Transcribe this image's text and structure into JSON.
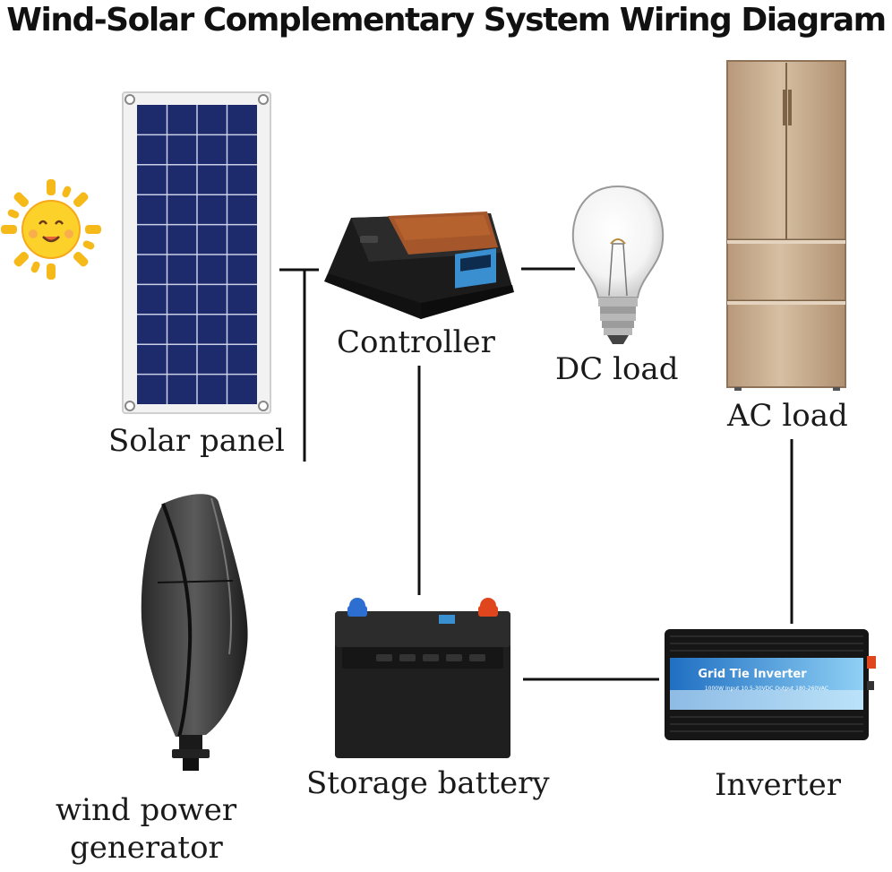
{
  "title": "Wind-Solar Complementary System Wiring Diagram",
  "components": {
    "solar_panel": "Solar panel",
    "controller": "Controller",
    "dc_load": "DC load",
    "ac_load": "AC load",
    "wind_generator_line1": "wind power",
    "wind_generator_line2": "generator",
    "storage_battery": "Storage battery",
    "inverter": "Inverter"
  },
  "inverter_text": {
    "brand": "Grid Tie Inverter",
    "spec": "1000W  Input 10.5-30VDC Output 180-260VAC"
  },
  "icons": [
    "sun-icon",
    "solar-panel-icon",
    "charge-controller-icon",
    "light-bulb-icon",
    "refrigerator-icon",
    "wind-turbine-icon",
    "battery-icon",
    "inverter-icon"
  ],
  "colors": {
    "wire": "#111111",
    "panel_cell": "#1d2a6b",
    "sun": "#f6b91a",
    "fridge": "#c9ad8c",
    "terminal_positive": "#e0461e",
    "terminal_negative": "#2d6fd1"
  }
}
